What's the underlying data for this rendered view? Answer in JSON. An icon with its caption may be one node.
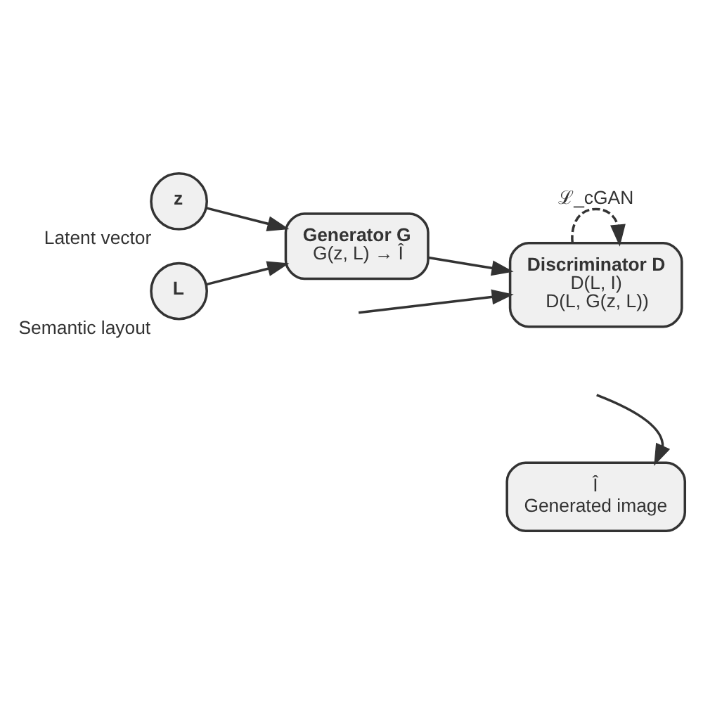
{
  "diagram": {
    "nodes": [
      {
        "text": [
          "z"
        ],
        "beside": [
          "Latent vector"
        ]
      },
      {
        "text": [
          "L"
        ],
        "beside": [
          "Semantic layout"
        ]
      },
      {
        "text": [
          "Generator G",
          "G(z, L) → Î"
        ]
      },
      {
        "text": [
          "Discriminator D",
          "D(L, I)",
          "D(L, G(z, L))"
        ]
      },
      {
        "text": [
          "Î",
          "Generated image"
        ]
      }
    ],
    "edges": [
      {
        "from": 0,
        "to": 2,
        "arrow": "to"
      },
      {
        "from": 1,
        "to": 2,
        "arrow": "to"
      },
      {
        "from": 2,
        "to": 3,
        "arrow": "to"
      },
      {
        "from": null,
        "to": 3,
        "arrow": "to"
      },
      {
        "from": 3,
        "to": 3,
        "arrow": "to",
        "label": "ℒ_cGAN",
        "style": "dashed"
      },
      {
        "from": null,
        "to": 4,
        "arrow": "to"
      }
    ]
  }
}
